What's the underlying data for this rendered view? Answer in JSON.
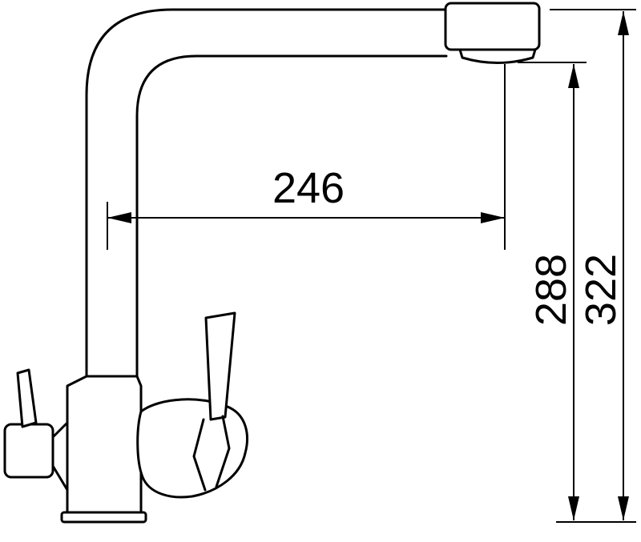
{
  "drawing": {
    "kind": "faucet-dimension-diagram",
    "dimensions": {
      "spout_reach": "246",
      "spout_height": "288",
      "overall_height": "322"
    },
    "colors": {
      "line": "#000000",
      "background": "#ffffff"
    }
  }
}
